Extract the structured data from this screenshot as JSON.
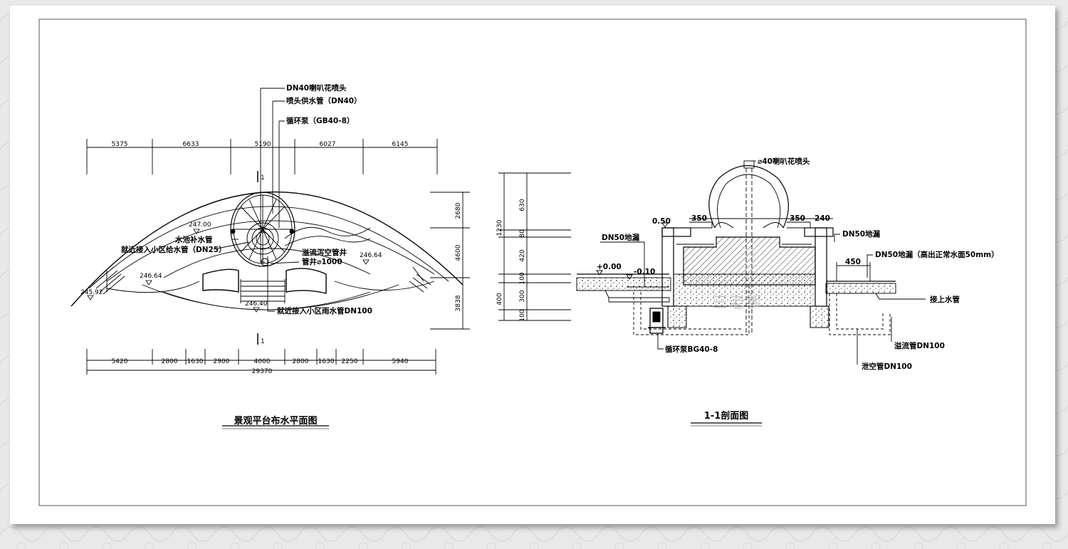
{
  "plan": {
    "title": "景观平台布水平面图",
    "top_dims": [
      "5375",
      "6633",
      "5190",
      "6027",
      "6145"
    ],
    "bottom_dims": [
      "5420",
      "2800",
      "1630",
      "2900",
      "4000",
      "2800",
      "1630",
      "2250",
      "5940"
    ],
    "total_dim": "29370",
    "right_dims": [
      "2680",
      "4600",
      "3838"
    ],
    "section_mark": "1",
    "elevations": [
      "247.00",
      "246.64",
      "246.64",
      "245.92",
      "246.40"
    ],
    "callouts": {
      "nozzle": "DN40喇叭花喷头",
      "nozzle_pipe": "喷头供水管（DN40）",
      "pump": "循环泵（GB40-8）",
      "makeup_pipe": "水池补水管",
      "supply_pipe": "就近接入小区给水管（DN25）",
      "overflow_well": "溢流泻空管井",
      "well_diameter": "管井⌀1000",
      "rain_pipe": "就近接入小区雨水管DN100"
    }
  },
  "section": {
    "title": "1-1剖面图",
    "left_dims": [
      "630",
      "80",
      "420",
      "100",
      "300",
      "100"
    ],
    "left_totals": [
      "1230",
      "400"
    ],
    "top_dims": [
      "350",
      "350",
      "240"
    ],
    "levels": [
      "0.50",
      "+0.00",
      "-0.10"
    ],
    "dim_450": "450",
    "callouts": {
      "nozzle": "⌀40喇叭花喷头",
      "drain_left": "DN50地漏",
      "drain_right": "DN50地漏",
      "drain_high": "DN50地漏（高出正常水面50mm）",
      "supply": "接上水管",
      "pump": "循环泵BG40-8",
      "overflow": "溢流管DN100",
      "empty": "泄空管DN100"
    }
  },
  "watermark": "三老爹"
}
